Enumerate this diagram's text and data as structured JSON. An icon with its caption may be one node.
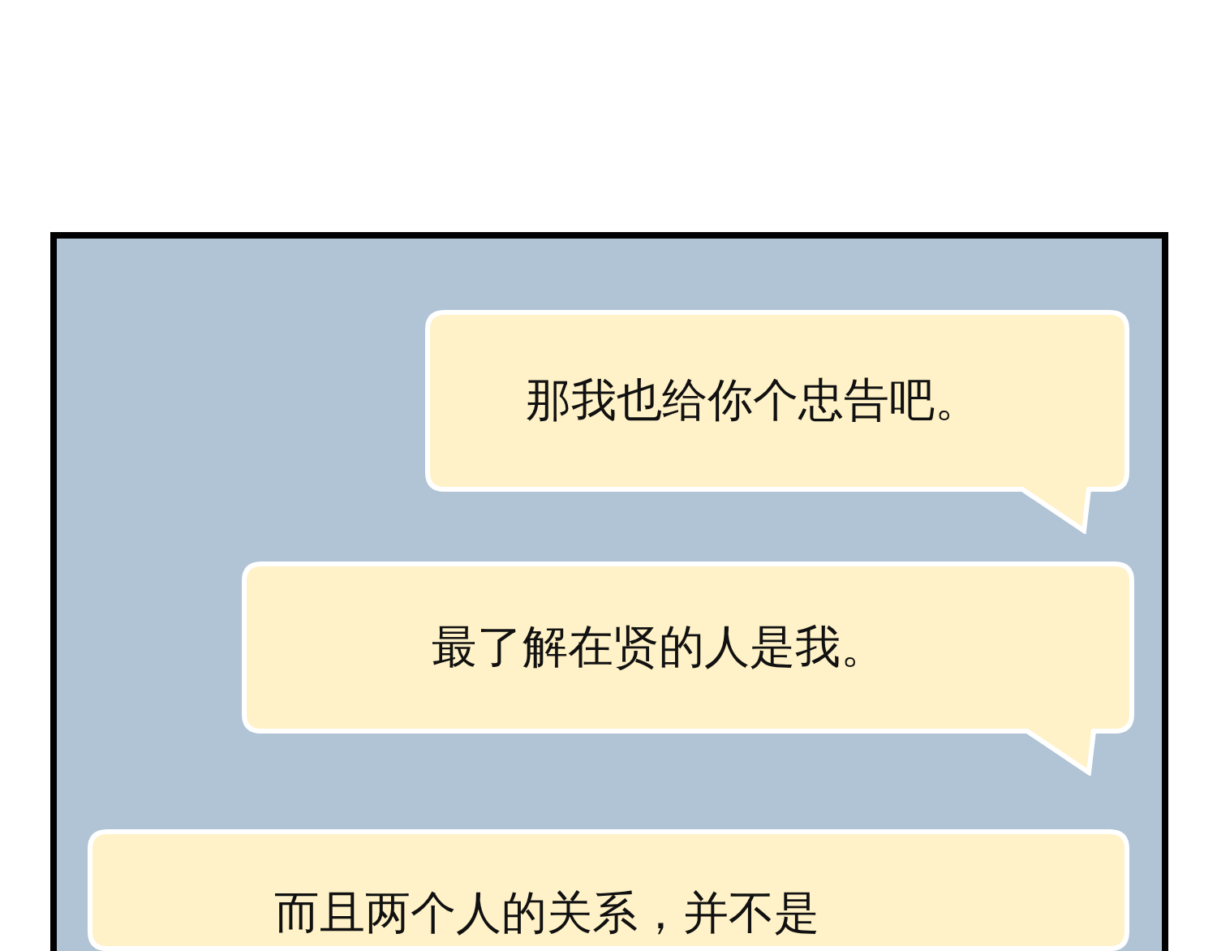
{
  "diagram": {
    "nodes": [
      {
        "text": [
          "那我也给你个忠告吧。"
        ]
      },
      {
        "text": [
          "最了解在贤的人是我。"
        ]
      },
      {
        "text": [
          "而且两个人的关系，并不是"
        ]
      }
    ],
    "edges": []
  }
}
